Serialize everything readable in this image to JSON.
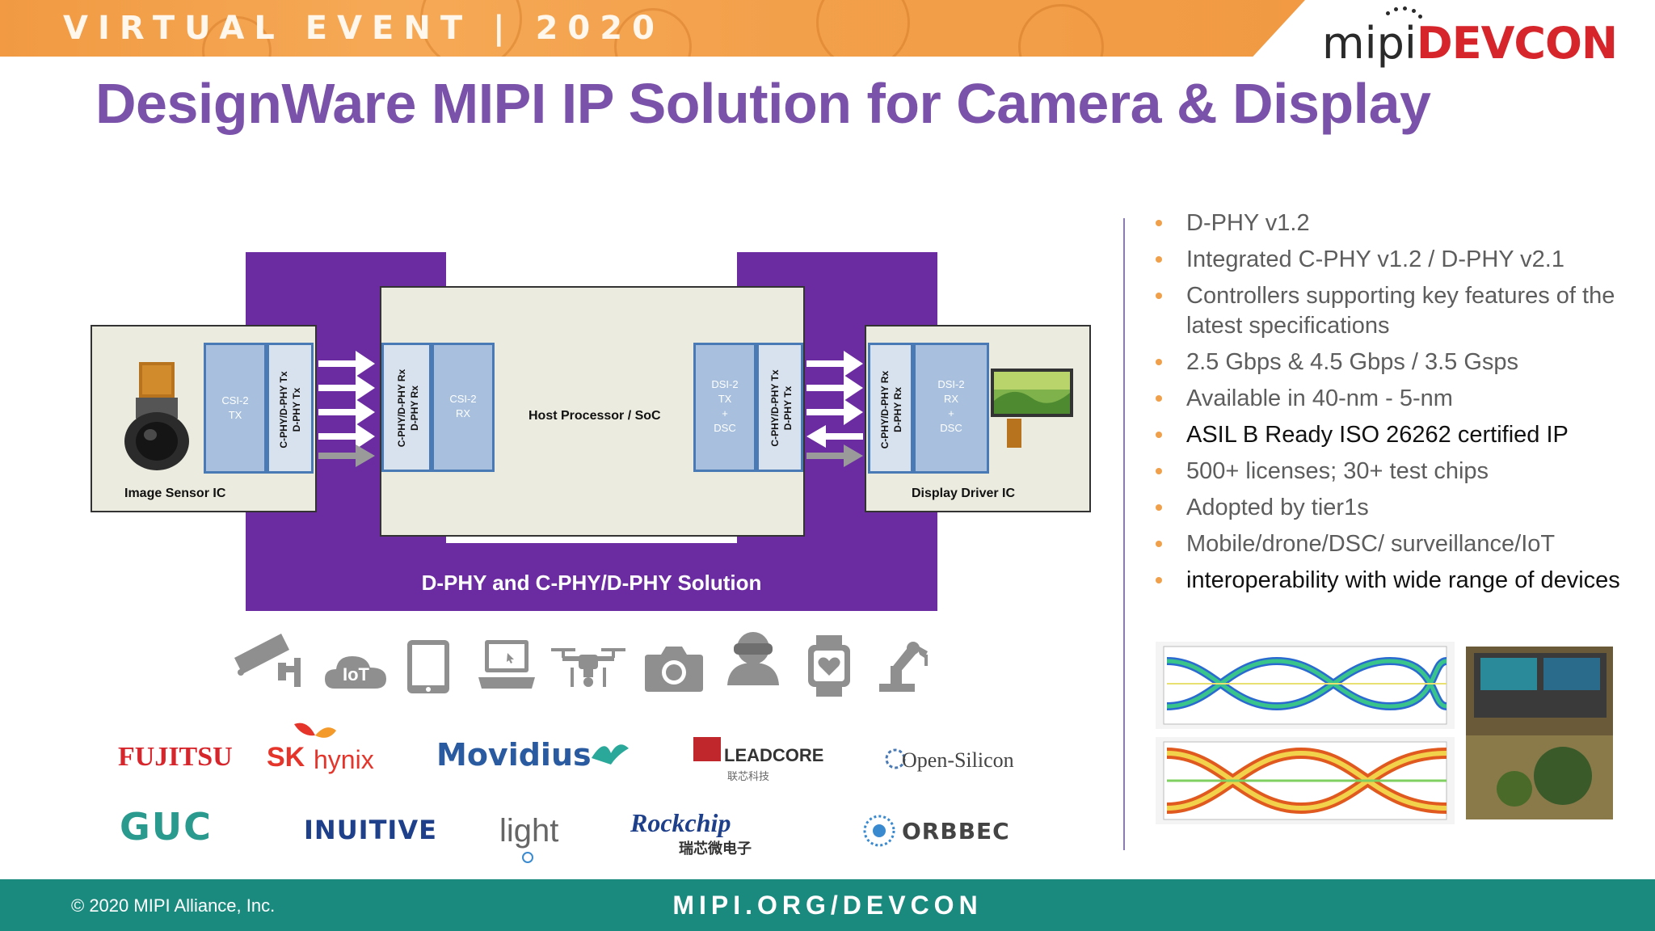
{
  "banner": {
    "event_label": "VIRTUAL EVENT | 2020",
    "brand_prefix": "mipi",
    "brand_name": "DEVCON"
  },
  "title": "DesignWare MIPI IP Solution for Camera & Display",
  "diagram": {
    "image_sensor": {
      "label": "Image Sensor IC",
      "csi_tx": "CSI-2\nTX",
      "phy_tx": "C-PHY/D-PHY Tx\nD-PHY Tx"
    },
    "host": {
      "label": "Host Processor / SoC",
      "phy_rx": "C-PHY/D-PHY Rx\nD-PHY Rx",
      "csi_rx": "CSI-2\nRX",
      "dsi_tx": "DSI-2\nTX\n+\nDSC",
      "phy_tx": "C-PHY/D-PHY Tx\nD-PHY Tx"
    },
    "display": {
      "label": "Display Driver IC",
      "phy_rx": "C-PHY/D-PHY Rx\nD-PHY Rx",
      "dsi_rx": "DSI-2\nRX\n+\nDSC"
    },
    "solution_label": "D-PHY and C-PHY/D-PHY Solution"
  },
  "bullets": [
    {
      "text": "D-PHY v1.2",
      "dark": false
    },
    {
      "text": "Integrated C-PHY v1.2 / D-PHY v2.1",
      "dark": false
    },
    {
      "text": "Controllers supporting key features of the latest specifications",
      "dark": false
    },
    {
      "text": "2.5 Gbps & 4.5 Gbps / 3.5 Gsps",
      "dark": false
    },
    {
      "text": "Available in 40-nm - 5-nm",
      "dark": false
    },
    {
      "text": "ASIL B Ready ISO 26262 certified IP",
      "dark": true
    },
    {
      "text": "500+ licenses; 30+ test chips",
      "dark": false
    },
    {
      "text": "Adopted by tier1s",
      "dark": false
    },
    {
      "text": "Mobile/drone/DSC/ surveillance/IoT",
      "dark": false
    },
    {
      "text": "interoperability with wide range of devices",
      "dark": true
    }
  ],
  "icons": [
    "security-camera-icon",
    "iot-cloud-icon",
    "tablet-icon",
    "laptop-icon",
    "drone-icon",
    "camera-icon",
    "vr-headset-icon",
    "smartwatch-icon",
    "robot-arm-icon"
  ],
  "iot_label": "IoT",
  "logos": {
    "fujitsu": "FUJITSU",
    "sk": "SK",
    "hynix": "hynix",
    "movidius": "Movidius",
    "leadcore": "LEADCORE",
    "leadcore_sub": "联芯科技",
    "opensilicon": "Open-Silicon",
    "guc": "GUC",
    "inuitive": "INUITIVE",
    "light": "light",
    "rockchip": "Rockchip",
    "rockchip_sub": "瑞芯微电子",
    "orbbec": "ORBBEC"
  },
  "footer": {
    "copyright": "© 2020 MIPI Alliance, Inc.",
    "url": "MIPI.ORG/DEVCON"
  },
  "colors": {
    "title_purple": "#7a52a9",
    "band_purple": "#6a2ca0",
    "footer_teal": "#1a8a7f",
    "banner_orange": "#f19a43",
    "bullet_orange": "#f0a04a"
  }
}
